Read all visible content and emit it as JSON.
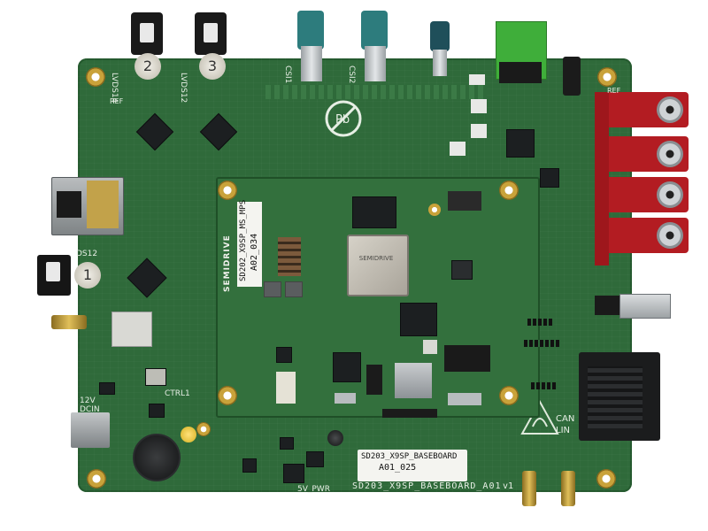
{
  "board": {
    "baseboard_name": "SD203_X9SP_BASEBOARD",
    "baseboard_rev": "A01_025",
    "baseboard_silk": "SD203_X9SP_BASEBOARD_A01",
    "baseboard_ver": "v1",
    "som_name": "SD202_X9SP_MS_MPS",
    "som_rev": "A02_034",
    "brand": "SEMIDRIVE",
    "soc_brand": "SEMIDRIVE"
  },
  "silkscreen": {
    "lvds4": "LVDS14",
    "lvds2": "LVDS12",
    "csi1": "CSI1",
    "csi2": "CSI2",
    "ref_left": "REF",
    "ref_right": "REF",
    "ds12": "DS12",
    "v12": "12V",
    "dcin": "DCIN",
    "ctrl1": "CTRL1",
    "v5pwr": "5V_PWR",
    "can": "CAN",
    "lin": "LIN"
  },
  "connector_numbers": {
    "lvds_a": "2",
    "lvds_b": "3",
    "ds_disc": "1"
  },
  "colors": {
    "pcb": "#2f6a3a",
    "connector_red": "#b31c22",
    "connector_green": "#3fae3a",
    "fakra_teal": "#2d7c7d",
    "gold": "#c9a23a"
  }
}
